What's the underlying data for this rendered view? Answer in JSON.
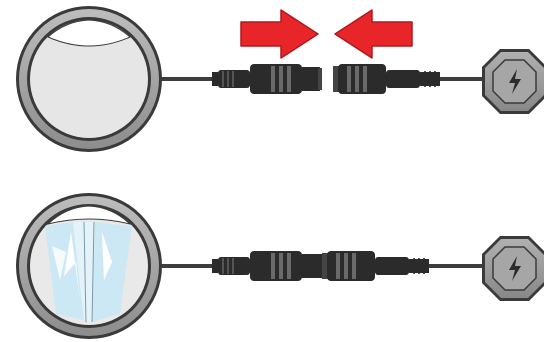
{
  "colors": {
    "background": "#ffffff",
    "bezel_dark": "#3a3a3a",
    "bezel_gray": "#9a9a9a",
    "lens_off": "#e6e6e6",
    "lens_on_blue": "#cde8f5",
    "lens_on_white": "#ffffff",
    "cable": "#3d3d3d",
    "connector": "#2b2b2b",
    "connector_rib": "#6a6a6a",
    "power_box": "#8c8c8c",
    "power_inner": "#a6a6a6",
    "arrow_fill": "#e8262a",
    "arrow_stroke": "#b0191d"
  },
  "icons": {
    "power": "lightning-bolt-icon"
  },
  "states": [
    {
      "id": "disconnected",
      "light": "off",
      "arrows": "pointing-together"
    },
    {
      "id": "connected",
      "light": "on",
      "arrows": "none"
    }
  ]
}
